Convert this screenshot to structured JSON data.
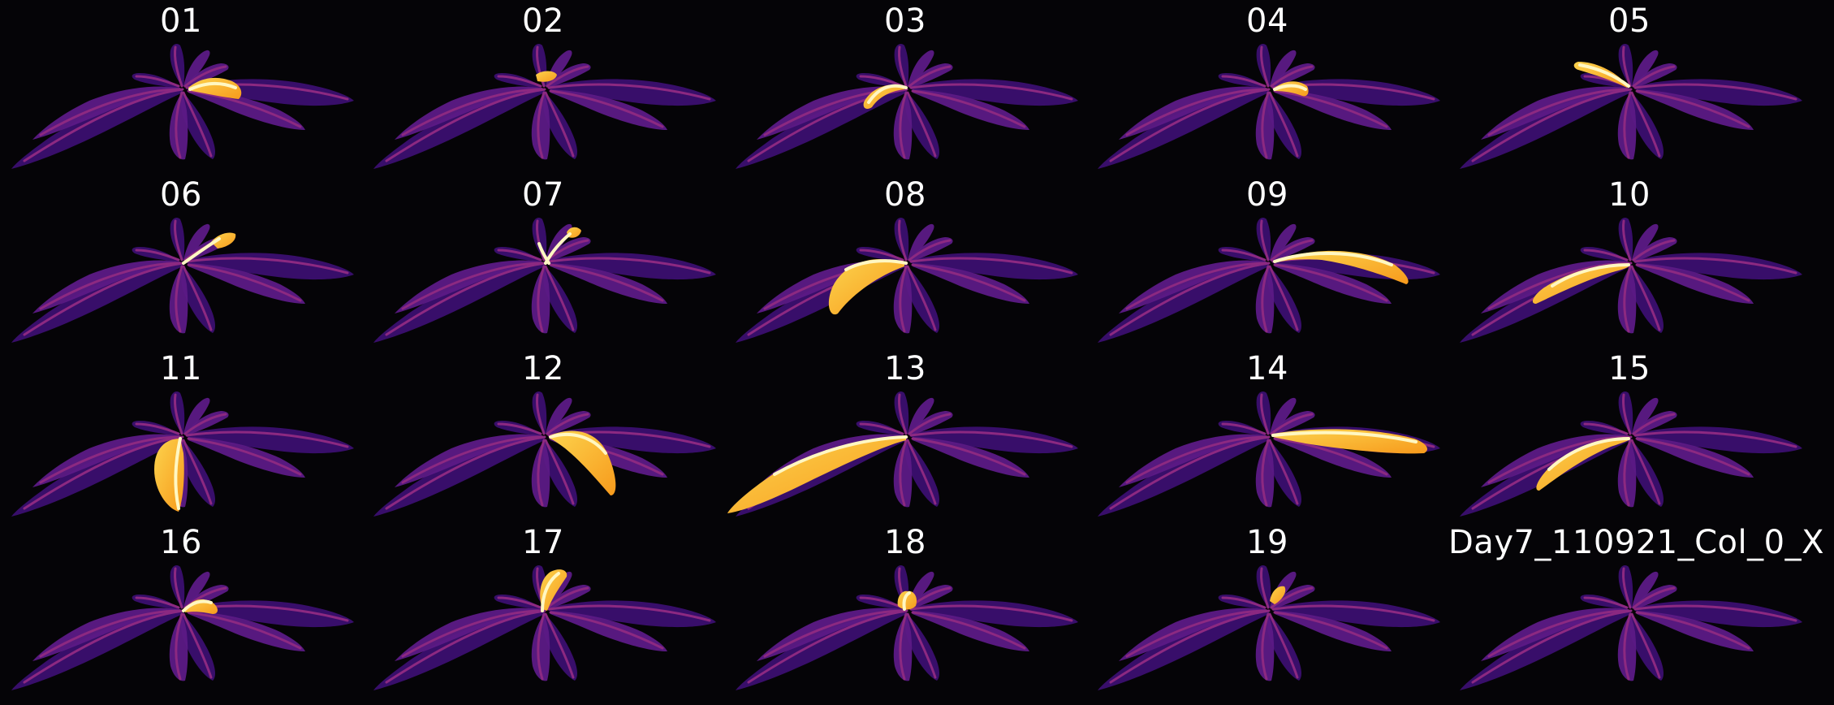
{
  "colors": {
    "background": "#050407",
    "leaf_dark": "#3b0f70",
    "leaf_mid": "#5c1a86",
    "vein": "#8c2981",
    "highlight_orange": "#f79a1c",
    "highlight_yellow": "#fcd34d",
    "highlight_core": "#fff7c2",
    "label": "#ffffff"
  },
  "panels": [
    {
      "label": "01",
      "highlight": "small-leaf-right-of-center"
    },
    {
      "label": "02",
      "highlight": "tiny-leaf-center"
    },
    {
      "label": "03",
      "highlight": "small-leaf-left-of-center"
    },
    {
      "label": "04",
      "highlight": "small-leaf-right"
    },
    {
      "label": "05",
      "highlight": "small-leaf-upper-left"
    },
    {
      "label": "06",
      "highlight": "petiole-leaf-upper-right"
    },
    {
      "label": "07",
      "highlight": "petiole-leaf-upper"
    },
    {
      "label": "08",
      "highlight": "leaf-left-down"
    },
    {
      "label": "09",
      "highlight": "long-leaf-right"
    },
    {
      "label": "10",
      "highlight": "leaf-left-long"
    },
    {
      "label": "11",
      "highlight": "large-leaf-center-down"
    },
    {
      "label": "12",
      "highlight": "large-leaf-right-down"
    },
    {
      "label": "13",
      "highlight": "longest-leaf-left"
    },
    {
      "label": "14",
      "highlight": "long-leaf-right-wide"
    },
    {
      "label": "15",
      "highlight": "leaf-left-mid"
    },
    {
      "label": "16",
      "highlight": "small-leaf-center-right"
    },
    {
      "label": "17",
      "highlight": "upright-leaf-center"
    },
    {
      "label": "18",
      "highlight": "center-bud"
    },
    {
      "label": "19",
      "highlight": "tiny-leaf-upper"
    },
    {
      "label": "Day7_110921_Col_0_X",
      "highlight": "none"
    }
  ]
}
